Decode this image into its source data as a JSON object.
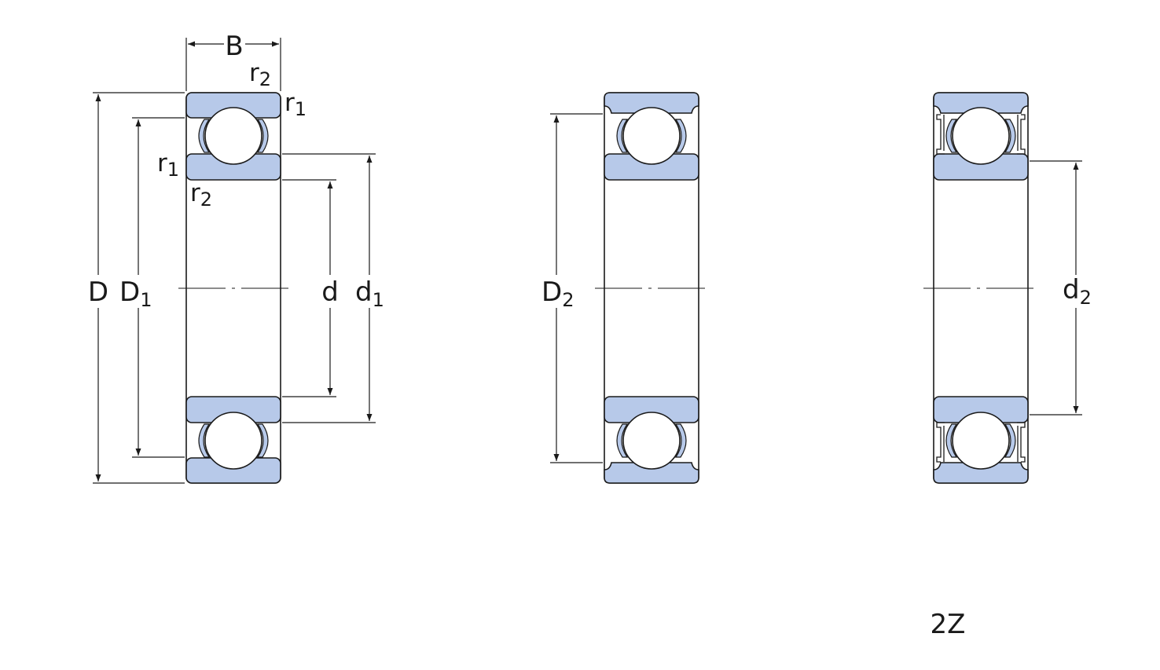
{
  "colors": {
    "ring_fill": "#b7c9e9",
    "line": "#1a1a1a",
    "background": "#ffffff"
  },
  "labels": {
    "B": "B",
    "D": "D",
    "D1": {
      "base": "D",
      "sub": "1"
    },
    "d": "d",
    "d1": {
      "base": "d",
      "sub": "1"
    },
    "r1_top": {
      "base": "r",
      "sub": "1"
    },
    "r2_top": {
      "base": "r",
      "sub": "2"
    },
    "r1_left": {
      "base": "r",
      "sub": "1"
    },
    "r2_left": {
      "base": "r",
      "sub": "2"
    },
    "D2": {
      "base": "D",
      "sub": "2"
    },
    "d2": {
      "base": "d",
      "sub": "2"
    },
    "variant": "2Z"
  }
}
